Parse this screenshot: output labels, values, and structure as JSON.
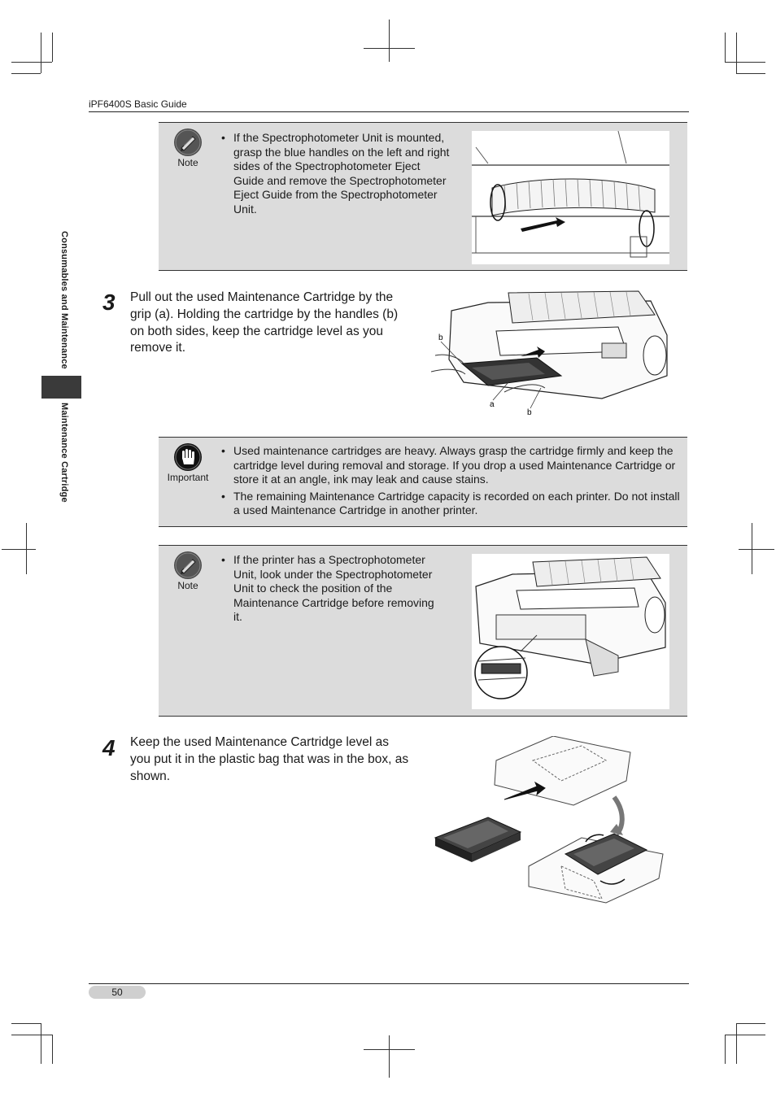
{
  "header": {
    "guide_title": "iPF6400S Basic Guide"
  },
  "side_tabs": {
    "section": "Consumables and Maintenance",
    "subsection": "Maintenance Cartridge"
  },
  "note1": {
    "icon_label": "Note",
    "bullets": [
      "If the Spectrophotometer Unit is mounted, grasp the blue handles on the left and right sides of the Spectrophotometer Eject Guide and remove the Spectrophotometer Eject Guide from the Spectrophotometer Unit."
    ]
  },
  "step3": {
    "number": "3",
    "text": "Pull out the used Maintenance Cartridge by the grip (a). Holding the cartridge by the handles (b) on both sides, keep the cartridge level as you remove it.",
    "figure_labels": {
      "a": "a",
      "b1": "b",
      "b2": "b"
    }
  },
  "important": {
    "icon_label": "Important",
    "bullets": [
      "Used maintenance cartridges are heavy. Always grasp the cartridge firmly and keep the cartridge level during removal and storage. If you drop a used Maintenance Cartridge or store it at an angle, ink may leak and cause stains.",
      "The remaining Maintenance Cartridge capacity is recorded on each printer. Do not install a used Maintenance Cartridge in another printer."
    ]
  },
  "note2": {
    "icon_label": "Note",
    "bullets": [
      "If the printer has a Spectrophotometer Unit, look under the Spectrophotometer Unit to check the position of the Maintenance Cartridge before removing it."
    ]
  },
  "step4": {
    "number": "4",
    "text": "Keep the used Maintenance Cartridge level as you put it in the plastic bag that was in the box, as shown."
  },
  "footer": {
    "page_number": "50"
  }
}
